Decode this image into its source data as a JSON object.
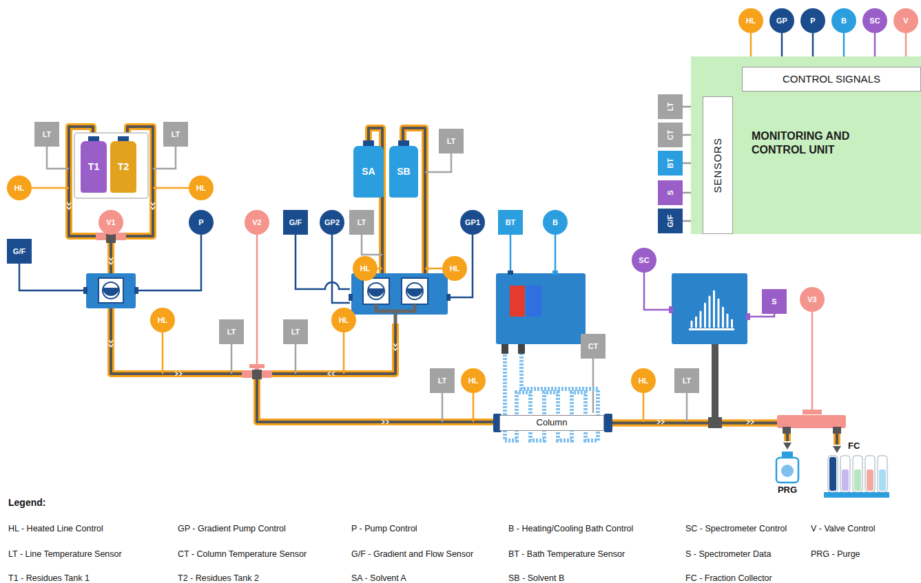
{
  "diagram": {
    "nodes": [
      {
        "text": [
          "HL"
        ]
      },
      {
        "text": [
          "GP"
        ]
      },
      {
        "text": [
          "P"
        ]
      },
      {
        "text": [
          "B"
        ]
      },
      {
        "text": [
          "SC"
        ]
      },
      {
        "text": [
          "V"
        ]
      },
      {
        "text": [
          "MONITORING AND CONTROL UNIT"
        ]
      },
      {
        "text": [
          "CONTROL SIGNALS"
        ],
        "in": 6
      },
      {
        "text": [
          "SENSORS"
        ],
        "in": 6
      },
      {
        "text": [
          "LT"
        ]
      },
      {
        "text": [
          "CT"
        ]
      },
      {
        "text": [
          "BT"
        ]
      },
      {
        "text": [
          "S"
        ]
      },
      {
        "text": [
          "G/F"
        ]
      },
      {
        "text": [
          "LT"
        ]
      },
      {
        "text": [
          "T1"
        ]
      },
      {
        "text": [
          "T2"
        ]
      },
      {
        "text": [
          "LT"
        ]
      },
      {
        "text": [
          "HL"
        ]
      },
      {
        "text": [
          "HL"
        ]
      },
      {
        "text": [
          "V1"
        ]
      },
      {
        "text": [
          "P"
        ]
      },
      {
        "text": [
          "G/F"
        ]
      },
      {
        "text": [
          "V2"
        ]
      },
      {
        "text": [
          "G/F"
        ]
      },
      {
        "text": [
          "GP2"
        ]
      },
      {
        "text": [
          "SA"
        ]
      },
      {
        "text": [
          "SB"
        ]
      },
      {
        "text": [
          "LT"
        ]
      },
      {
        "text": [
          "LT"
        ]
      },
      {
        "text": [
          "GP1"
        ]
      },
      {
        "text": [
          "BT"
        ]
      },
      {
        "text": [
          "B"
        ]
      },
      {
        "text": [
          "SC"
        ]
      },
      {
        "text": [
          "S"
        ]
      },
      {
        "text": [
          "V3"
        ]
      },
      {
        "text": [
          "HL"
        ]
      },
      {
        "text": [
          "HL"
        ]
      },
      {
        "text": [
          "HL"
        ]
      },
      {
        "text": [
          "LT"
        ]
      },
      {
        "text": [
          "LT"
        ]
      },
      {
        "text": [
          "HL"
        ]
      },
      {
        "text": [
          "CT"
        ]
      },
      {
        "text": [
          "LT"
        ]
      },
      {
        "text": [
          "HL"
        ]
      },
      {
        "text": [
          "Column"
        ]
      },
      {
        "text": [
          "HL"
        ]
      },
      {
        "text": [
          "LT"
        ]
      },
      {
        "text": [
          "PRG"
        ]
      },
      {
        "text": [
          "FC"
        ]
      }
    ],
    "edges": [
      {
        "from": 0,
        "to": 7,
        "arrow": "none"
      },
      {
        "from": 1,
        "to": 7,
        "arrow": "none"
      },
      {
        "from": 2,
        "to": 7,
        "arrow": "none"
      },
      {
        "from": 3,
        "to": 7,
        "arrow": "none"
      },
      {
        "from": 4,
        "to": 7,
        "arrow": "none"
      },
      {
        "from": 5,
        "to": 7,
        "arrow": "none"
      },
      {
        "from": 9,
        "to": 8,
        "arrow": "none"
      },
      {
        "from": 10,
        "to": 8,
        "arrow": "none"
      },
      {
        "from": 11,
        "to": 8,
        "arrow": "none"
      },
      {
        "from": 12,
        "to": 8,
        "arrow": "none"
      },
      {
        "from": 13,
        "to": 8,
        "arrow": "none"
      },
      {
        "from": 45,
        "to": 48,
        "arrow": "to"
      },
      {
        "from": 45,
        "to": 49,
        "arrow": "to"
      }
    ],
    "labels": [
      "Legend:"
    ],
    "legend": [
      {
        "text": "HL - Heated Line Control"
      },
      {
        "text": "GP - Gradient Pump Control"
      },
      {
        "text": "P - Pump Control"
      },
      {
        "text": "B - Heating/Cooling Bath Control"
      },
      {
        "text": "SC - Spectrometer Control"
      },
      {
        "text": "V - Valve Control"
      },
      {
        "text": "LT - Line Temperature Sensor"
      },
      {
        "text": "CT - Column Temperature Sensor"
      },
      {
        "text": "G/F - Gradient and Flow Sensor"
      },
      {
        "text": "BT - Bath Temperature Sensor"
      },
      {
        "text": "S - Spectrometer Data"
      },
      {
        "text": "PRG - Purge"
      },
      {
        "text": "T1 - Residues Tank 1"
      },
      {
        "text": "T2 - Residues Tank 2"
      },
      {
        "text": "SA - Solvent A"
      },
      {
        "text": "SB - Solvent B"
      },
      {
        "text": "FC - Fraction Collector"
      }
    ]
  }
}
